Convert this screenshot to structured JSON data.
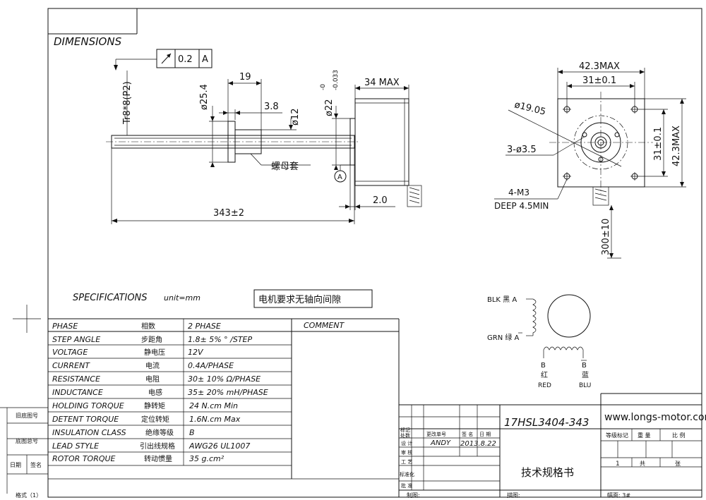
{
  "drawing": {
    "section_title": "DIMENSIONS",
    "tolerance_frame": {
      "value": "0.2",
      "datum": "A"
    },
    "front_view": {
      "thread": "Tr8*8(P2)",
      "nut_dia": "ø25.4",
      "nut_len": "19",
      "nut_step": "3.8",
      "nut_bore": "ø12",
      "pilot_dia": "ø22",
      "pilot_tol_upper": "-0",
      "pilot_tol_lower": "-0.033",
      "body_len": "34 MAX",
      "pilot_len": "2.0",
      "total_len": "343±2",
      "nut_note": "螺母套",
      "datum": "A"
    },
    "side_view": {
      "width_max": "42.3MAX",
      "hole_pitch_w": "31±0.1",
      "height_max": "42.3MAX",
      "hole_pitch_h": "31±0.1",
      "hub_dia": "ø19.05",
      "holes_note": "3-ø3.5",
      "tapped_note": "4-M3",
      "tapped_depth": "DEEP 4.5MIN",
      "lead_len": "300±10"
    }
  },
  "specifications": {
    "title": "SPECIFICATIONS",
    "unit": "unit=mm",
    "note": "电机要求无轴向间隙",
    "comment_header": "COMMENT",
    "rows": [
      {
        "en": "PHASE",
        "cn": "相数",
        "value": "2  PHASE"
      },
      {
        "en": "STEP ANGLE",
        "cn": "步距角",
        "value": "1.8± 5% ° /STEP"
      },
      {
        "en": "VOLTAGE",
        "cn": "静电压",
        "value": "12V"
      },
      {
        "en": "CURRENT",
        "cn": "电流",
        "value": "0.4A/PHASE"
      },
      {
        "en": "RESISTANCE",
        "cn": "电阻",
        "value": "30± 10%  Ω/PHASE"
      },
      {
        "en": "INDUCTANCE",
        "cn": "电感",
        "value": "35± 20% mH/PHASE"
      },
      {
        "en": "HOLDING TORQUE",
        "cn": "静转矩",
        "value": "24  N.cm Min"
      },
      {
        "en": "DETENT TORQUE",
        "cn": "定位转矩",
        "value": "1.6N.cm Max"
      },
      {
        "en": "INSULATION CLASS",
        "cn": "绝缘等级",
        "value": "B"
      },
      {
        "en": "LEAD STYLE",
        "cn": "引出线规格",
        "value": "AWG26 UL1007"
      },
      {
        "en": "ROTOR TORQUE",
        "cn": "转动惯量",
        "value": "35 g.cm²"
      }
    ]
  },
  "wiring": {
    "a_label": "BLK 黑 A",
    "abar_label": "GRN 绿 A",
    "b_letter": "B",
    "b_cn": "红",
    "b_en": "RED",
    "bbar_letter": "B",
    "bbar_cn": "蓝",
    "bbar_en": "BLU"
  },
  "left_margin": {
    "labels": [
      "旧底图号",
      "底图总号",
      "日期",
      "签名"
    ],
    "format": "格式（1）"
  },
  "title_block": {
    "model": "17HSL3404-343",
    "website": "www.longs-motor.com",
    "doc_title": "技术规格书",
    "rev_headers": [
      "标记",
      "处数",
      "更改单号",
      "签  名",
      "日  期"
    ],
    "role_labels": [
      "设  计",
      "审  核",
      "工  艺",
      "标准化",
      "批  准"
    ],
    "designer": "ANDY",
    "date": "2013.8.22",
    "info_headers": [
      "等级标记",
      "重  量",
      "比  例"
    ],
    "sheet_count": "1",
    "sheet_total": "共",
    "sheet_unit": "张",
    "footer": [
      "制图:",
      "描图:",
      "幅面: 3#"
    ]
  }
}
